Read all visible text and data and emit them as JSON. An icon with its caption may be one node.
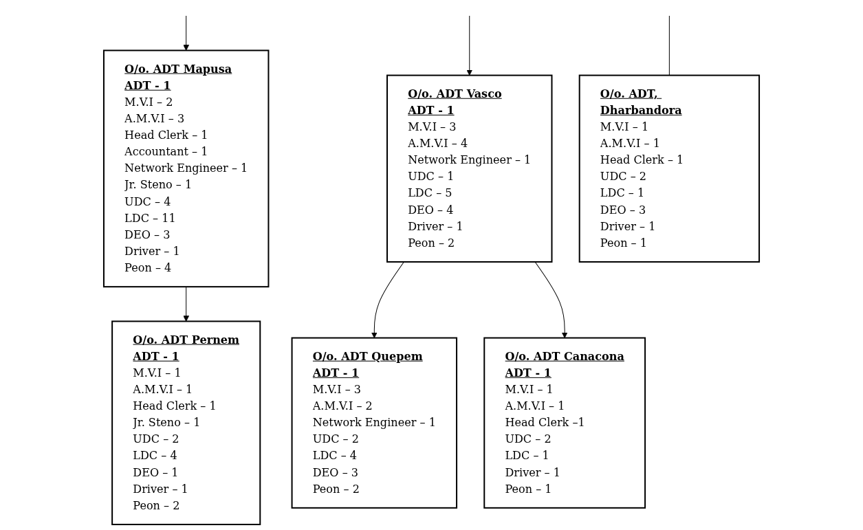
{
  "diagram": {
    "nodes": [
      {
        "text": [
          "O/o. ADT Mapusa",
          "ADT - 1",
          "M.V.I – 2",
          "A.M.V.I – 3",
          "Head Clerk – 1",
          "Accountant – 1",
          "Network Engineer – 1",
          "Jr. Steno – 1",
          "UDC – 4",
          "LDC – 11",
          "DEO – 3",
          "Driver – 1",
          "Peon – 4"
        ]
      },
      {
        "text": [
          "O/o. ADT Pernem",
          "ADT - 1",
          "M.V.I – 1",
          "A.M.V.I – 1",
          "Head Clerk – 1",
          "Jr. Steno – 1",
          "UDC – 2",
          "LDC – 4",
          "DEO – 1",
          "Driver – 1",
          "Peon – 2"
        ]
      },
      {
        "text": [
          "O/o. ADT Vasco",
          "ADT - 1",
          "M.V.I – 3",
          "A.M.V.I – 4",
          "Network Engineer – 1",
          "UDC – 1",
          "LDC – 5",
          "DEO – 4",
          "Driver – 1",
          "Peon – 2"
        ]
      },
      {
        "text": [
          "O/o. ADT, Dharbandora",
          "M.V.I – 1",
          "A.M.V.I – 1",
          "Head Clerk – 1",
          "UDC – 2",
          "LDC – 1",
          "DEO – 3",
          "Driver – 1",
          "Peon – 1"
        ]
      },
      {
        "text": [
          "O/o. ADT Quepem",
          "ADT - 1",
          "M.V.I – 3",
          "A.M.V.I – 2",
          "Network Engineer – 1",
          "UDC – 2",
          "LDC – 4",
          "DEO – 3",
          "Peon – 2"
        ]
      },
      {
        "text": [
          "O/o. ADT Canacona",
          "ADT - 1",
          "M.V.I – 1",
          "A.M.V.I – 1",
          "Head Clerk –1",
          "UDC – 2",
          "LDC – 1",
          "Driver – 1",
          "Peon – 1"
        ]
      }
    ],
    "edges": [
      {
        "from": null,
        "to": 0,
        "arrow": "to"
      },
      {
        "from": 0,
        "to": 1,
        "arrow": "to"
      },
      {
        "from": null,
        "to": 2,
        "arrow": "to"
      },
      {
        "from": null,
        "to": 3,
        "arrow": "none"
      },
      {
        "from": 2,
        "to": 4,
        "arrow": "to"
      },
      {
        "from": 2,
        "to": 5,
        "arrow": "to"
      }
    ]
  }
}
